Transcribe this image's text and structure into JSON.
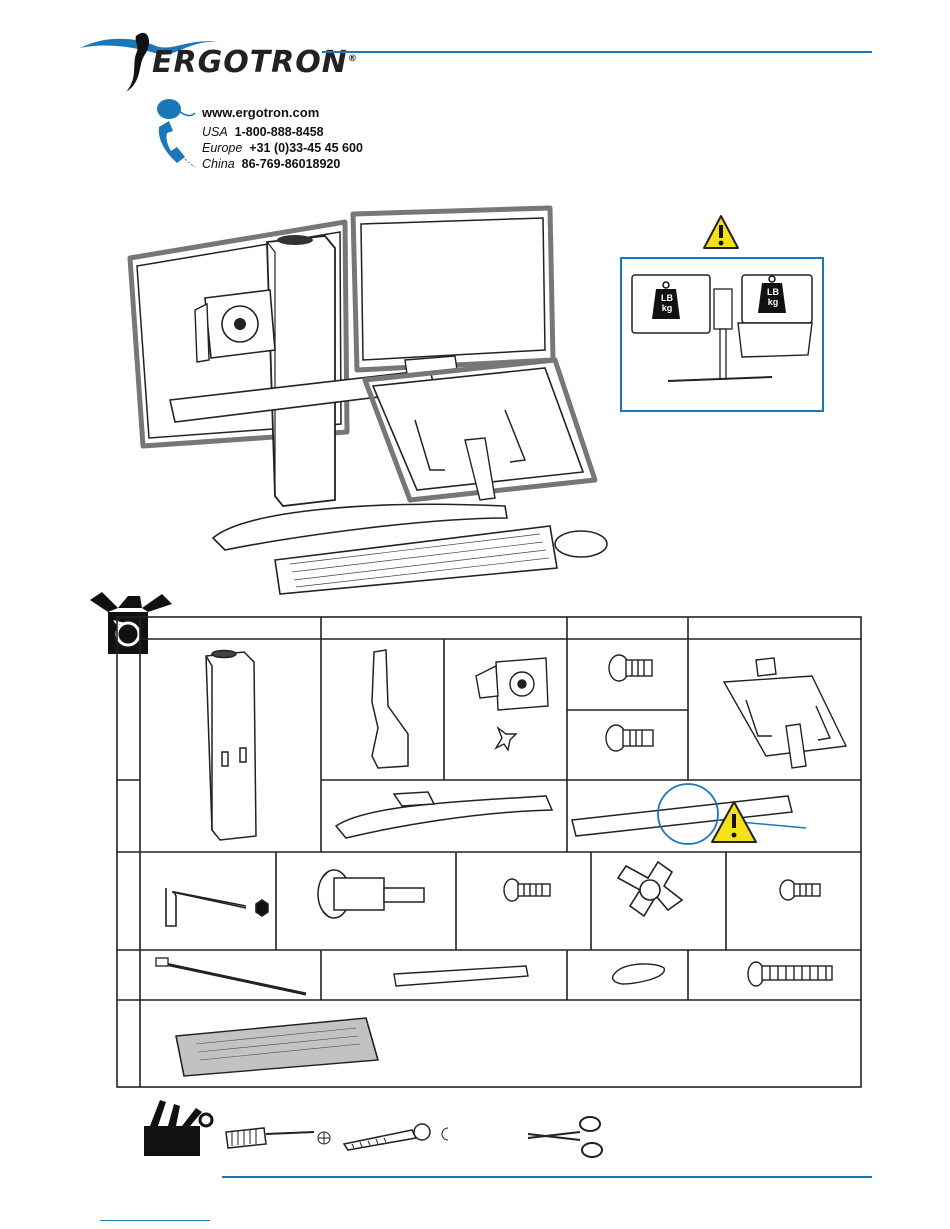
{
  "brand": {
    "name": "ERGOTRON",
    "registered": "®",
    "accent_color": "#1a78b8"
  },
  "contact": {
    "website": "www.ergotron.com",
    "lines": [
      {
        "region": "USA",
        "number": "1-800-888-8458"
      },
      {
        "region": "Europe",
        "number": "+31 (0)33-45 45 600"
      },
      {
        "region": "China",
        "number": "86-769-86018920"
      }
    ]
  },
  "weight_labels": {
    "left_line1": "LB",
    "left_line2": "kg",
    "right_line1": "LB",
    "right_line2": "kg"
  },
  "icons": {
    "warning": "warning-triangle-icon",
    "box": "open-box-icon",
    "toolbox": "toolbox-icon"
  }
}
